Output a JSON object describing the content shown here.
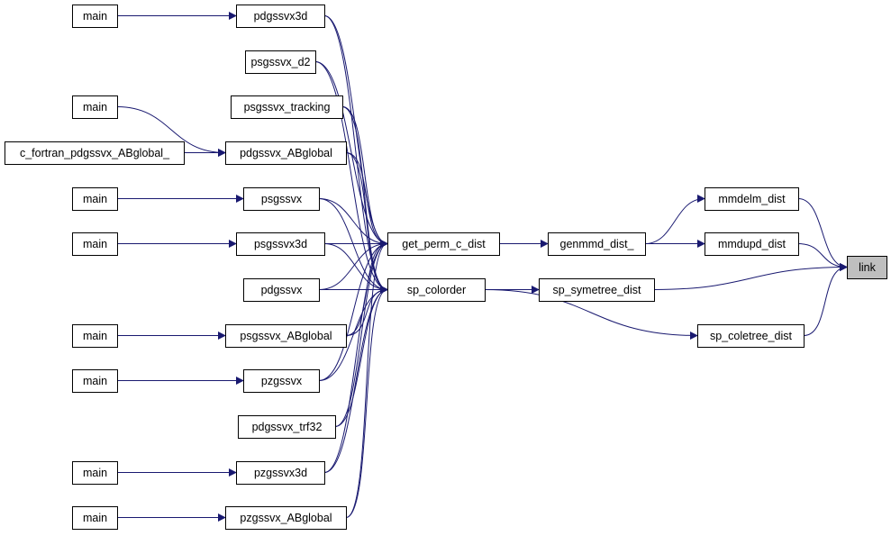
{
  "diagram": {
    "nodes": [
      {
        "id": "m1",
        "label": "main"
      },
      {
        "id": "m2",
        "label": "main"
      },
      {
        "id": "cf",
        "label": "c_fortran_pdgssvx_ABglobal_"
      },
      {
        "id": "m3",
        "label": "main"
      },
      {
        "id": "m4",
        "label": "main"
      },
      {
        "id": "m5",
        "label": "main"
      },
      {
        "id": "m6",
        "label": "main"
      },
      {
        "id": "m7",
        "label": "main"
      },
      {
        "id": "m8",
        "label": "main"
      },
      {
        "id": "pdgssvx3d",
        "label": "pdgssvx3d"
      },
      {
        "id": "psgssvx_d2",
        "label": "psgssvx_d2"
      },
      {
        "id": "psgssvx_tracking",
        "label": "psgssvx_tracking"
      },
      {
        "id": "pdgssvx_ABglobal",
        "label": "pdgssvx_ABglobal"
      },
      {
        "id": "psgssvx",
        "label": "psgssvx"
      },
      {
        "id": "psgssvx3d",
        "label": "psgssvx3d"
      },
      {
        "id": "pdgssvx",
        "label": "pdgssvx"
      },
      {
        "id": "psgssvx_ABglobal",
        "label": "psgssvx_ABglobal"
      },
      {
        "id": "pzgssvx",
        "label": "pzgssvx"
      },
      {
        "id": "pdgssvx_trf32",
        "label": "pdgssvx_trf32"
      },
      {
        "id": "pzgssvx3d",
        "label": "pzgssvx3d"
      },
      {
        "id": "pzgssvx_ABglobal",
        "label": "pzgssvx_ABglobal"
      },
      {
        "id": "get_perm_c_dist",
        "label": "get_perm_c_dist"
      },
      {
        "id": "sp_colorder",
        "label": "sp_colorder"
      },
      {
        "id": "genmmd_dist_",
        "label": "genmmd_dist_"
      },
      {
        "id": "sp_symetree_dist",
        "label": "sp_symetree_dist"
      },
      {
        "id": "sp_coletree_dist",
        "label": "sp_coletree_dist"
      },
      {
        "id": "mmdelm_dist",
        "label": "mmdelm_dist"
      },
      {
        "id": "mmdupd_dist",
        "label": "mmdupd_dist"
      },
      {
        "id": "link",
        "label": "link",
        "highlighted": true
      }
    ],
    "edges": [
      [
        "m1",
        "pdgssvx3d"
      ],
      [
        "m2",
        "pdgssvx_ABglobal"
      ],
      [
        "cf",
        "pdgssvx_ABglobal"
      ],
      [
        "m3",
        "psgssvx"
      ],
      [
        "m4",
        "psgssvx3d"
      ],
      [
        "m5",
        "psgssvx_ABglobal"
      ],
      [
        "m6",
        "pzgssvx"
      ],
      [
        "m7",
        "pzgssvx3d"
      ],
      [
        "m8",
        "pzgssvx_ABglobal"
      ],
      [
        "pdgssvx3d",
        "get_perm_c_dist"
      ],
      [
        "pdgssvx3d",
        "sp_colorder"
      ],
      [
        "psgssvx_d2",
        "get_perm_c_dist"
      ],
      [
        "psgssvx_d2",
        "sp_colorder"
      ],
      [
        "psgssvx_tracking",
        "get_perm_c_dist"
      ],
      [
        "psgssvx_tracking",
        "sp_colorder"
      ],
      [
        "pdgssvx_ABglobal",
        "get_perm_c_dist"
      ],
      [
        "pdgssvx_ABglobal",
        "sp_colorder"
      ],
      [
        "psgssvx",
        "get_perm_c_dist"
      ],
      [
        "psgssvx",
        "sp_colorder"
      ],
      [
        "psgssvx3d",
        "get_perm_c_dist"
      ],
      [
        "psgssvx3d",
        "sp_colorder"
      ],
      [
        "pdgssvx",
        "get_perm_c_dist"
      ],
      [
        "pdgssvx",
        "sp_colorder"
      ],
      [
        "psgssvx_ABglobal",
        "get_perm_c_dist"
      ],
      [
        "psgssvx_ABglobal",
        "sp_colorder"
      ],
      [
        "pzgssvx",
        "get_perm_c_dist"
      ],
      [
        "pzgssvx",
        "sp_colorder"
      ],
      [
        "pdgssvx_trf32",
        "get_perm_c_dist"
      ],
      [
        "pdgssvx_trf32",
        "sp_colorder"
      ],
      [
        "pzgssvx3d",
        "get_perm_c_dist"
      ],
      [
        "pzgssvx3d",
        "sp_colorder"
      ],
      [
        "pzgssvx_ABglobal",
        "get_perm_c_dist"
      ],
      [
        "pzgssvx_ABglobal",
        "sp_colorder"
      ],
      [
        "get_perm_c_dist",
        "genmmd_dist_"
      ],
      [
        "genmmd_dist_",
        "mmdelm_dist"
      ],
      [
        "genmmd_dist_",
        "mmdupd_dist"
      ],
      [
        "sp_colorder",
        "sp_symetree_dist"
      ],
      [
        "sp_colorder",
        "sp_coletree_dist"
      ],
      [
        "mmdelm_dist",
        "link"
      ],
      [
        "mmdupd_dist",
        "link"
      ],
      [
        "sp_symetree_dist",
        "link"
      ],
      [
        "sp_coletree_dist",
        "link"
      ]
    ],
    "colors": {
      "edge": "#191970",
      "node_border": "#000000",
      "highlight_fill": "#bfbfbf"
    }
  }
}
